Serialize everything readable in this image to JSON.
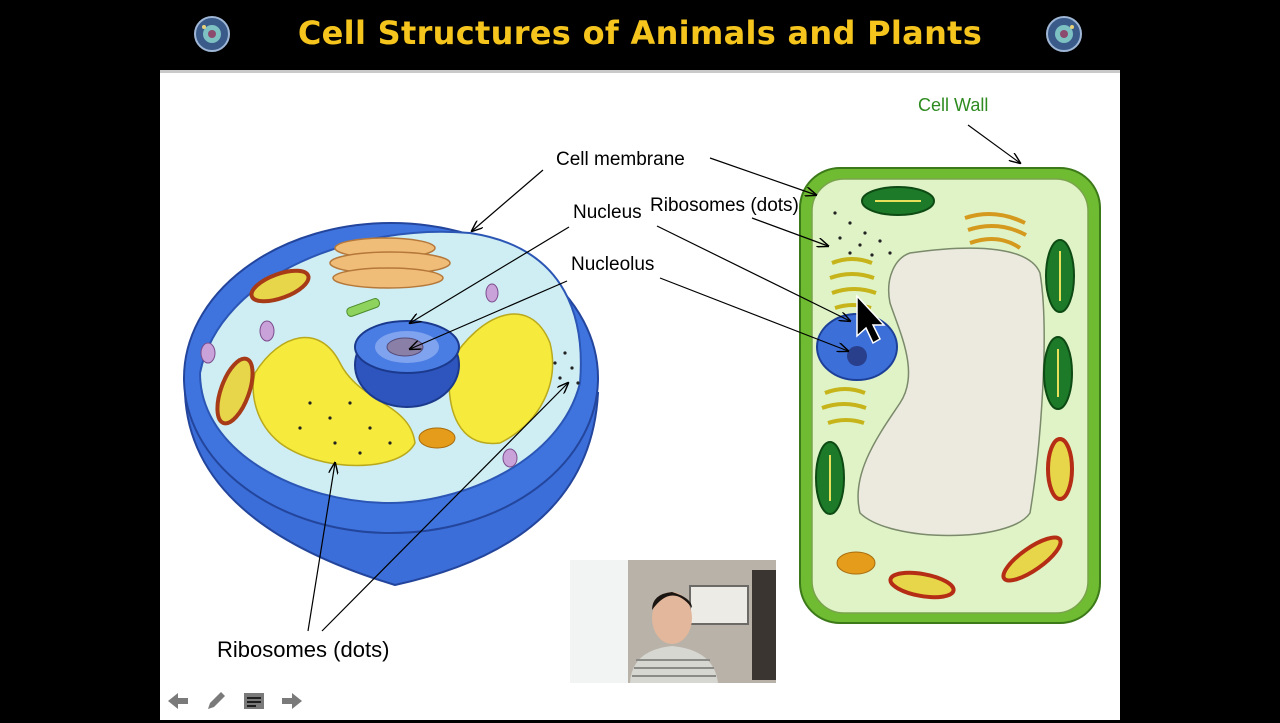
{
  "title": "Cell Structures of Animals and Plants",
  "labels": {
    "cell_wall": "Cell Wall",
    "cell_membrane": "Cell membrane",
    "nucleus": "Nucleus",
    "ribosomes_plant": "Ribosomes (dots)",
    "nucleolus": "Nucleolus",
    "ribosomes_animal": "Ribosomes (dots)"
  },
  "colors": {
    "title": "#f5c51d",
    "cell_wall_label": "#2e8b1f"
  },
  "icons": [
    "cell-logo-icon",
    "prev-arrow-icon",
    "pen-icon",
    "notes-icon",
    "next-arrow-icon",
    "cursor-icon"
  ]
}
